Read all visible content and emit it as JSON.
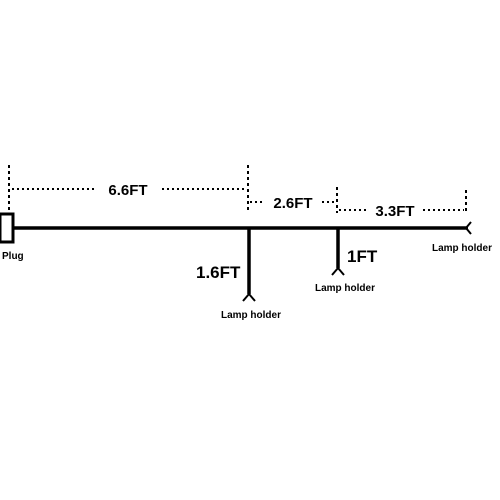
{
  "diagram": {
    "plug_label": "Plug",
    "segments": {
      "plug_to_first": "6.6FT",
      "first_to_second": "2.6FT",
      "second_to_end": "3.3FT"
    },
    "drops": {
      "first": "1.6FT",
      "second": "1FT"
    },
    "holders": {
      "first": "Lamp holder",
      "second": "Lamp holder",
      "end": "Lamp holder"
    }
  }
}
